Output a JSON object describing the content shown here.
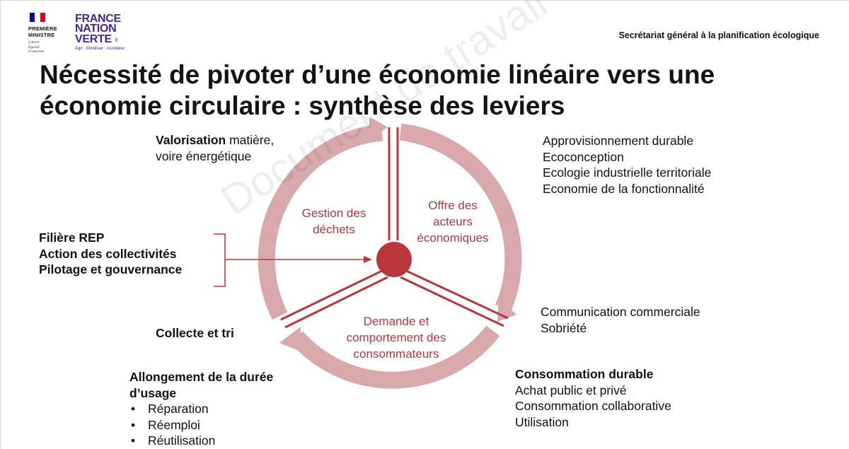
{
  "header": {
    "gov_logo_lines": [
      "PREMIÈRE",
      "MINISTRE"
    ],
    "gov_logo_motto": [
      "Liberté",
      "Égalité",
      "Fraternité"
    ],
    "fnv_logo_lines": [
      "FRANCE",
      "NATION",
      "VERTE"
    ],
    "fnv_tagline": "Agir · Mobiliser · Accélérer",
    "secretariat": "Secrétariat général à la planification écologique"
  },
  "title": "Nécessité de pivoter d’une économie linéaire vers une économie circulaire : synthèse des leviers",
  "watermark": "Document de travail",
  "colors": {
    "ring": "#d9a8ab",
    "hub": "#b8353b",
    "spoke": "#b8353b",
    "label": "#b0383e"
  },
  "segments": {
    "gestion": [
      "Gestion des",
      "déchets"
    ],
    "offre": [
      "Offre des",
      "acteurs",
      "économiques"
    ],
    "demande": [
      "Demande et",
      "comportement des",
      "consommateurs"
    ]
  },
  "levers": {
    "valorisation": {
      "bold": "Valorisation",
      "rest": " matière,",
      "line2": "voire énergétique"
    },
    "approvisionnement": [
      "Approvisionnement durable",
      "Ecoconception",
      "Ecologie industrielle territoriale",
      "Economie de la fonctionnalité"
    ],
    "filiere": [
      "Filière REP",
      "Action des collectivités",
      "Pilotage et gouvernance"
    ],
    "communication": [
      "Communication commerciale",
      "Sobriété"
    ],
    "collecte": "Collecte et tri",
    "allongement": {
      "title_lines": [
        "Allongement de la durée",
        "d’usage"
      ],
      "bullet_char": "•",
      "items": [
        "Réparation",
        "Réemploi",
        "Réutilisation"
      ]
    },
    "consommation": {
      "title": "Consommation durable",
      "items": [
        "Achat public et privé",
        "Consommation collaborative",
        "Utilisation"
      ]
    }
  }
}
